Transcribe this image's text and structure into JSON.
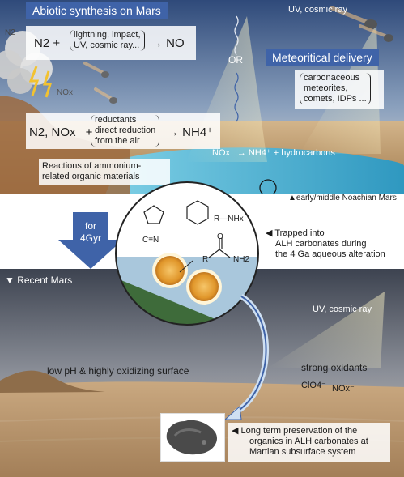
{
  "top": {
    "title": "Abiotic synthesis on Mars",
    "n2_cloud": "N2",
    "eq1_lhs": "N2 +",
    "eq1_list": [
      "lightning, impact,",
      "UV, cosmic ray..."
    ],
    "eq1_rhs": "→ NO",
    "or_label": "OR",
    "uv_top": "UV, cosmic ray",
    "meteor_title": "Meteoritical delivery",
    "meteor_list": [
      "carbonaceous",
      "meteorites,",
      "comets, IDPs ..."
    ],
    "nox_small": "NOx",
    "eq2_lhs": "N2, NOx⁻ +",
    "eq2_list": [
      "reductants",
      "direct reduction",
      "from the air"
    ],
    "eq2_rhs": "→ NH4⁺",
    "ocean_reaction": "NOx⁻ → NH4⁺ + hydrocarbons",
    "reactions_label": [
      "Reactions of ammonium-",
      "related organic materials"
    ],
    "era_label": "▲early/middle Noachian Mars"
  },
  "middle": {
    "arrow_label": [
      "for",
      "4Gyr"
    ],
    "molecules": [
      "C≡N",
      "R—NHx",
      "R",
      "NH2",
      "O"
    ],
    "trapped_note": [
      "◀ Trapped into",
      "ALH carbonates during",
      "the 4 Ga aqueous alteration"
    ]
  },
  "bottom": {
    "recent_label": "▼ Recent Mars",
    "uv_bottom": "UV, cosmic ray",
    "surface_label": "low pH & highly oxidizing surface",
    "oxidants_title": "strong oxidants",
    "oxidants": [
      "ClO4⁻",
      "NOx⁻"
    ],
    "preservation_note": [
      "◀  Long term preservation of the",
      "organics in ALH carbonates at",
      "Martian subsurface system"
    ]
  },
  "colors": {
    "sky_top": "#2f4a7a",
    "sand": "#b08a5a",
    "ocean": "#3aa7c8",
    "arrow_blue": "#3f63a8",
    "recent_sky": "#3c4452"
  }
}
